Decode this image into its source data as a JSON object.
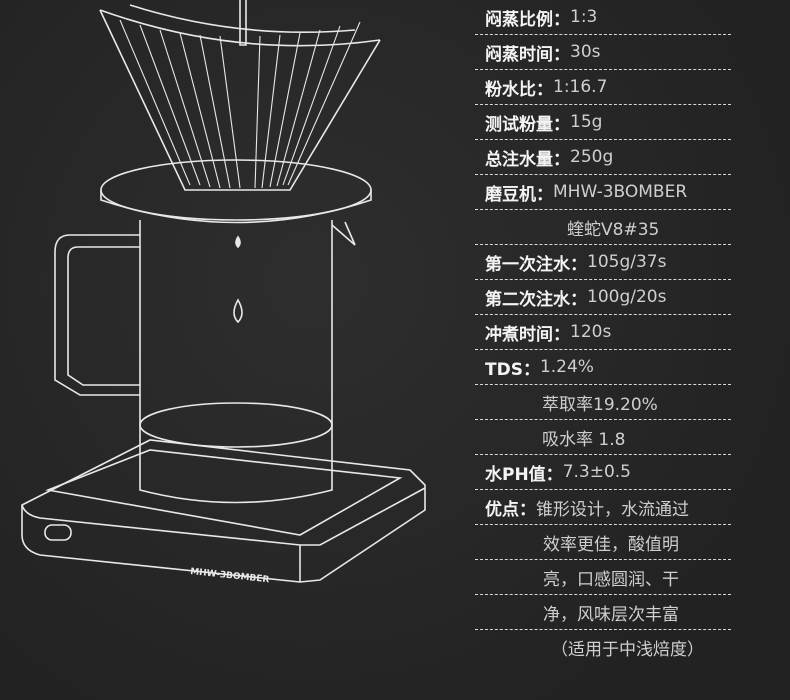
{
  "illustration": {
    "brand_text": "MHW-3BOMBER"
  },
  "specs": [
    {
      "label": "闷蒸比例：",
      "value": "1:3"
    },
    {
      "label": "闷蒸时间：",
      "value": "30s"
    },
    {
      "label": "粉水比：",
      "value": "1:16.7"
    },
    {
      "label": "测试粉量：",
      "value": "15g"
    },
    {
      "label": "总注水量：",
      "value": "250g"
    },
    {
      "label": "磨豆机：",
      "value": "MHW-3BOMBER"
    },
    {
      "label": "",
      "value": "蝰蛇V8#35"
    },
    {
      "label": "第一次注水：",
      "value": "105g/37s"
    },
    {
      "label": "第二次注水：",
      "value": "100g/20s"
    },
    {
      "label": "冲煮时间：",
      "value": "120s"
    },
    {
      "label": "TDS：",
      "value": "1.24%"
    },
    {
      "label": "",
      "value": "萃取率19.20%"
    },
    {
      "label": "",
      "value": "吸水率 1.8"
    },
    {
      "label": "水PH值：",
      "value": "7.3±0.5"
    },
    {
      "label": "优点：",
      "value": "锥形设计，水流通过"
    },
    {
      "label": "",
      "value": "效率更佳，酸值明"
    },
    {
      "label": "",
      "value": "亮，口感圆润、干"
    },
    {
      "label": "",
      "value": "净，风味层次丰富"
    },
    {
      "label": "",
      "value": "（适用于中浅焙度）"
    }
  ]
}
